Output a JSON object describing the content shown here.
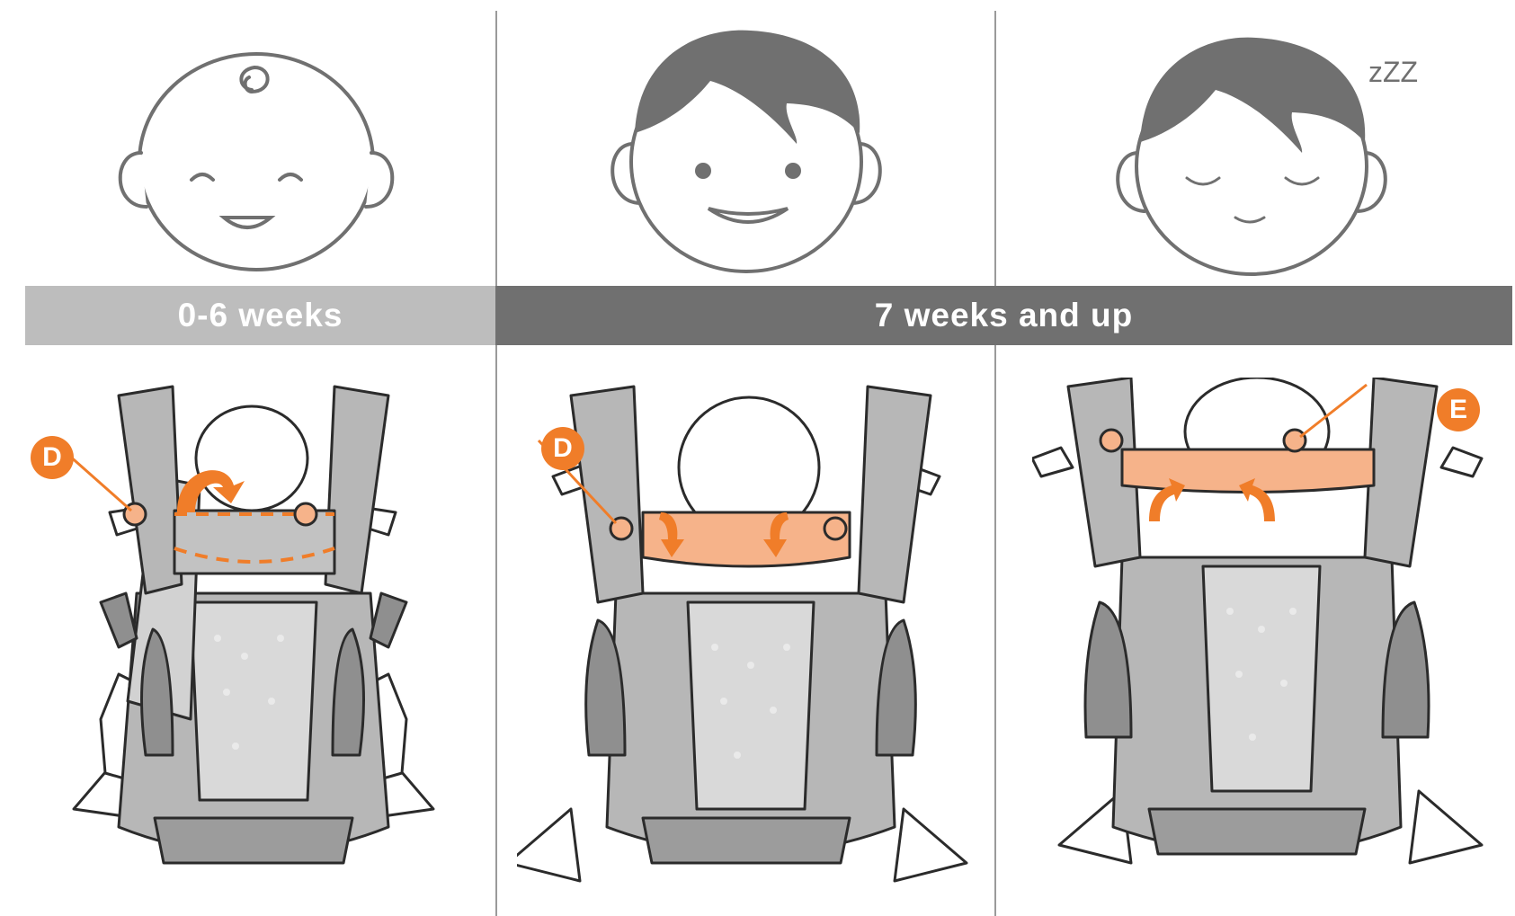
{
  "bands": {
    "newborn_label": "0-6 weeks",
    "older_label": "7 weeks and up"
  },
  "sleep_text": "zZZ",
  "callouts": {
    "left": "D",
    "middle": "D",
    "right": "E"
  },
  "colors": {
    "accent": "#f07d29",
    "accent_fill": "#f6b38a",
    "hair": "#707070",
    "band_light": "#bdbdbd",
    "band_dark": "#707070",
    "carrier_gray": "#b7b7b7",
    "carrier_dark": "#8f8f8f"
  },
  "icons": [
    "newborn-face-icon",
    "smiling-child-face-icon",
    "sleeping-child-face-icon",
    "baby-carrier-icon",
    "fold-arrow-icon"
  ]
}
